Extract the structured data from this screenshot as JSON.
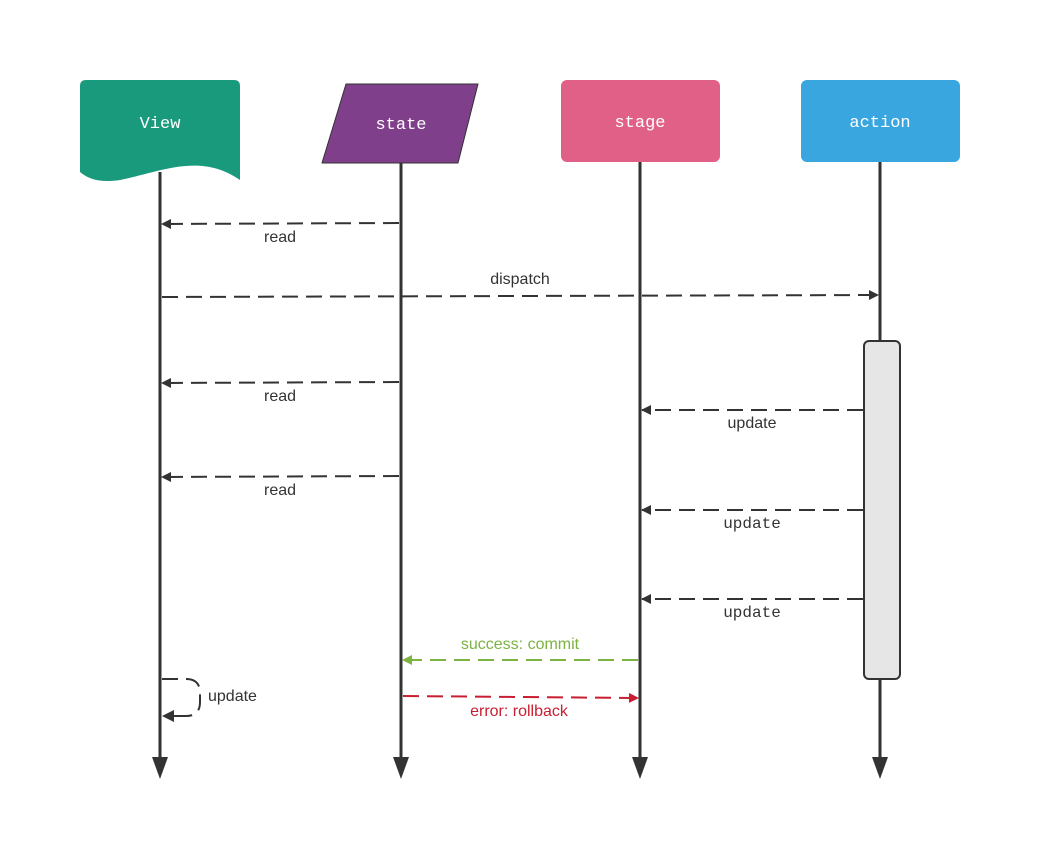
{
  "participants": [
    {
      "id": "view",
      "label": "View",
      "shape": "document",
      "color": "#1a9a7d"
    },
    {
      "id": "state",
      "label": "state",
      "shape": "parallelogram",
      "color": "#803f8a"
    },
    {
      "id": "stage",
      "label": "stage",
      "shape": "rectangle",
      "color": "#e06088"
    },
    {
      "id": "action",
      "label": "action",
      "shape": "rectangle",
      "color": "#3aa6df"
    }
  ],
  "messages": [
    {
      "id": "read-1",
      "label": "read",
      "from": "state",
      "to": "view",
      "color": "#333333",
      "font": "sans"
    },
    {
      "id": "dispatch",
      "label": "dispatch",
      "from": "view",
      "to": "action",
      "color": "#333333",
      "font": "sans"
    },
    {
      "id": "read-2",
      "label": "read",
      "from": "state",
      "to": "view",
      "color": "#333333",
      "font": "sans"
    },
    {
      "id": "update-1",
      "label": "update",
      "from": "action",
      "to": "stage",
      "color": "#333333",
      "font": "sans"
    },
    {
      "id": "read-3",
      "label": "read",
      "from": "state",
      "to": "view",
      "color": "#333333",
      "font": "sans"
    },
    {
      "id": "update-2",
      "label": "update",
      "from": "action",
      "to": "stage",
      "color": "#333333",
      "font": "mono"
    },
    {
      "id": "update-3",
      "label": "update",
      "from": "action",
      "to": "stage",
      "color": "#333333",
      "font": "mono"
    },
    {
      "id": "success-commit",
      "label": "success: commit",
      "from": "stage",
      "to": "state",
      "color": "#7cb342",
      "font": "sans"
    },
    {
      "id": "error-rollback",
      "label": "error: rollback",
      "from": "state",
      "to": "stage",
      "color": "#c81e32",
      "font": "sans"
    }
  ],
  "self_messages": [
    {
      "id": "view-update",
      "label": "update",
      "participant": "view",
      "color": "#333333"
    }
  ],
  "activations": [
    {
      "participant": "action",
      "color": "#e6e6e6"
    }
  ],
  "colors": {
    "line": "#333333"
  }
}
